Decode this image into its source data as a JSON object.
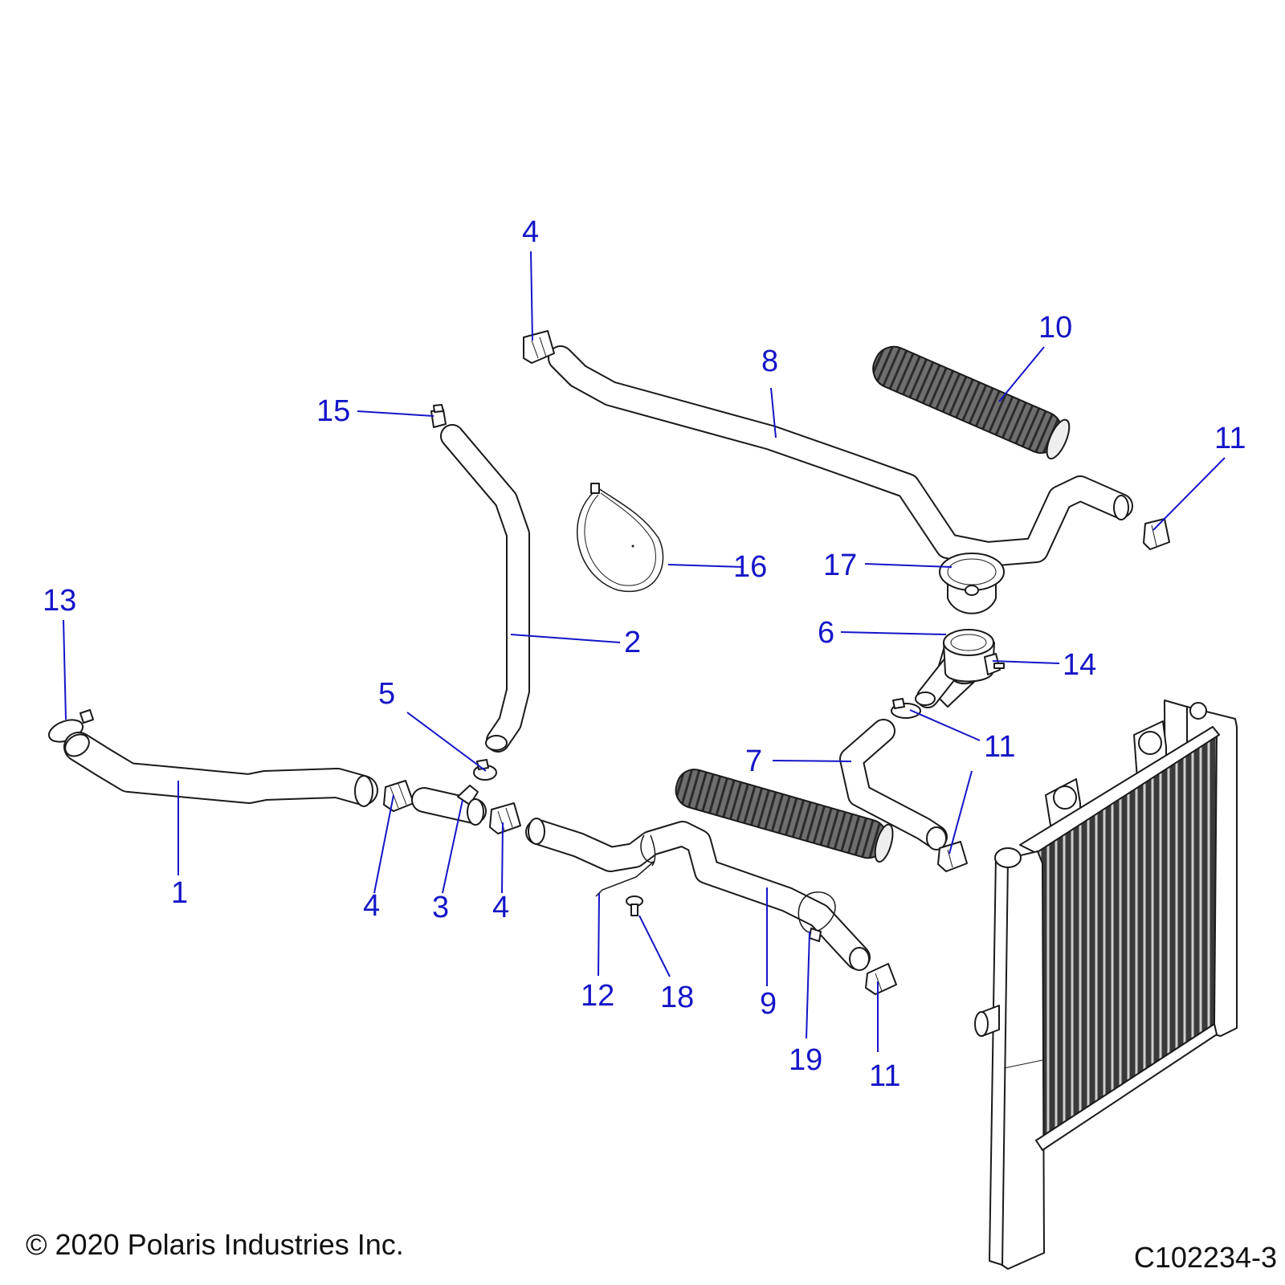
{
  "diagram": {
    "callouts": [
      {
        "id": "c4a",
        "text": "4"
      },
      {
        "id": "c10",
        "text": "10"
      },
      {
        "id": "c8",
        "text": "8"
      },
      {
        "id": "c15",
        "text": "15"
      },
      {
        "id": "c11a",
        "text": "11"
      },
      {
        "id": "c17",
        "text": "17"
      },
      {
        "id": "c16",
        "text": "16"
      },
      {
        "id": "c13",
        "text": "13"
      },
      {
        "id": "c6",
        "text": "6"
      },
      {
        "id": "c2",
        "text": "2"
      },
      {
        "id": "c14",
        "text": "14"
      },
      {
        "id": "c5",
        "text": "5"
      },
      {
        "id": "c11b",
        "text": "11"
      },
      {
        "id": "c7",
        "text": "7"
      },
      {
        "id": "c1",
        "text": "1"
      },
      {
        "id": "c4b",
        "text": "4"
      },
      {
        "id": "c3",
        "text": "3"
      },
      {
        "id": "c4c",
        "text": "4"
      },
      {
        "id": "c12",
        "text": "12"
      },
      {
        "id": "c18",
        "text": "18"
      },
      {
        "id": "c9",
        "text": "9"
      },
      {
        "id": "c19",
        "text": "19"
      },
      {
        "id": "c11c",
        "text": "11"
      }
    ]
  },
  "footer": {
    "copyright": "© 2020 Polaris Industries Inc.",
    "figure_id": "C102234-3"
  },
  "colors": {
    "callout": "#1515c8",
    "linework": "#1a1a1a",
    "corrugated_fill": "#6e6e6e"
  }
}
